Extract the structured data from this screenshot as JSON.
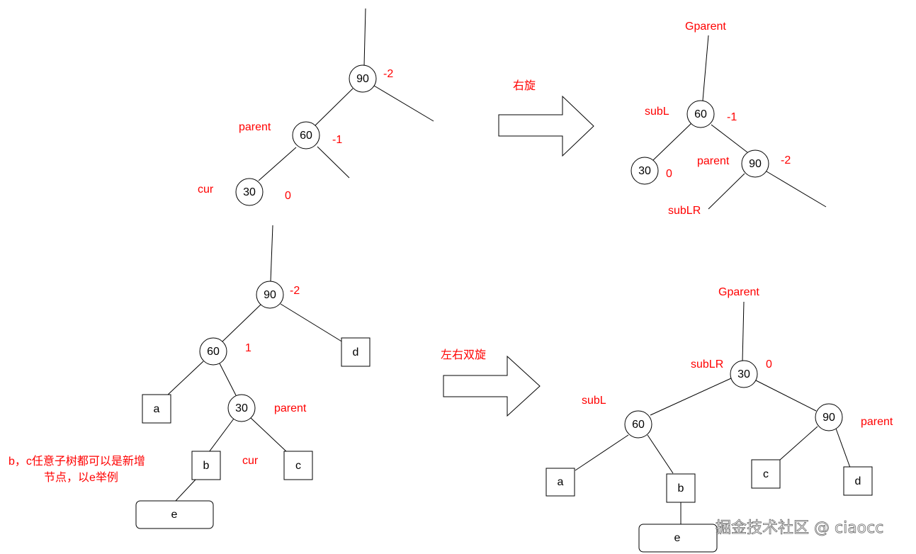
{
  "diagram1": {
    "nodes": {
      "n90": "90",
      "n60": "60",
      "n30": "30"
    },
    "labels": {
      "bf90": "-2",
      "parent": "parent",
      "bf60": "-1",
      "cur": "cur",
      "bf30": "0"
    }
  },
  "arrow1": {
    "label": "右旋"
  },
  "diagram2": {
    "nodes": {
      "n60": "60",
      "n30": "30",
      "n90": "90"
    },
    "labels": {
      "gparent": "Gparent",
      "subL": "subL",
      "bf60": "-1",
      "bf30": "0",
      "parent": "parent",
      "bf90": "-2",
      "subLR": "subLR"
    }
  },
  "diagram3": {
    "nodes": {
      "n90": "90",
      "n60": "60",
      "n30": "30",
      "a": "a",
      "b": "b",
      "c": "c",
      "d": "d",
      "e": "e"
    },
    "labels": {
      "bf90": "-2",
      "bf60": "1",
      "parent": "parent",
      "cur": "cur",
      "note_line1": "b，c任意子树都可以是新增",
      "note_line2": "节点，以e举例"
    }
  },
  "arrow2": {
    "label": "左右双旋"
  },
  "diagram4": {
    "nodes": {
      "n30": "30",
      "n60": "60",
      "n90": "90",
      "a": "a",
      "b": "b",
      "c": "c",
      "d": "d",
      "e": "e"
    },
    "labels": {
      "gparent": "Gparent",
      "subLR": "subLR",
      "bf30": "0",
      "subL": "subL",
      "parent": "parent"
    }
  },
  "watermark": "掘金技术社区 @ ciaocc"
}
